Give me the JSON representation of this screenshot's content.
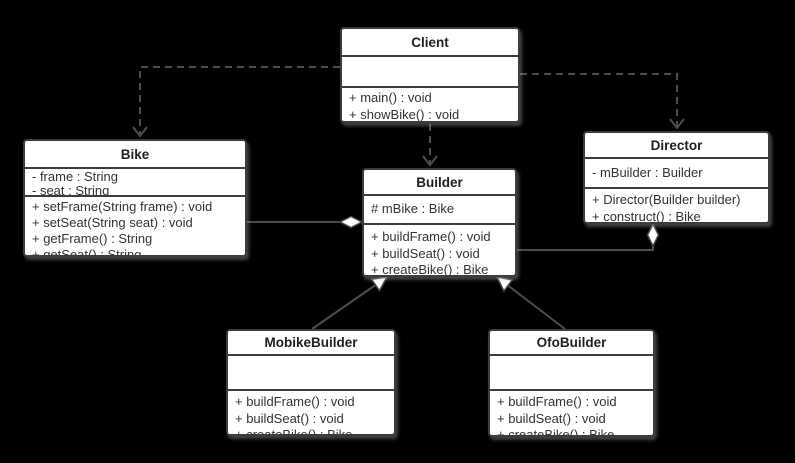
{
  "diagram": {
    "kind": "uml-class-diagram",
    "pattern": "Builder",
    "colors": {
      "background": "#000000",
      "box_fill": "#ffffff",
      "box_border": "#3c3c3c",
      "text": "#333333",
      "connector": "#4d4d4d"
    },
    "classes": {
      "client": {
        "name": "Client",
        "attributes": [],
        "methods": [
          "+ main() : void",
          "+ showBike() : void"
        ]
      },
      "bike": {
        "name": "Bike",
        "attributes": [
          "- frame : String",
          "- seat : String"
        ],
        "methods": [
          "+ setFrame(String frame) : void",
          "+ setSeat(String seat) : void",
          "+ getFrame() : String",
          "+ getSeat() : String"
        ]
      },
      "builder": {
        "name": "Builder",
        "attributes": [
          "# mBike : Bike"
        ],
        "methods": [
          "+ buildFrame() : void",
          "+ buildSeat() : void",
          "+ createBike() : Bike"
        ]
      },
      "director": {
        "name": "Director",
        "attributes": [
          "- mBuilder : Builder"
        ],
        "methods": [
          "+ Director(Builder builder)",
          "+ construct() : Bike"
        ]
      },
      "mobike_builder": {
        "name": "MobikeBuilder",
        "attributes": [],
        "methods": [
          "+ buildFrame() : void",
          "+ buildSeat() : void",
          "+ createBike() : Bike"
        ]
      },
      "ofo_builder": {
        "name": "OfoBuilder",
        "attributes": [],
        "methods": [
          "+ buildFrame() : void",
          "+ buildSeat() : void",
          "+ createBike() : Bike"
        ]
      }
    },
    "relationships": [
      {
        "from": "Client",
        "to": "Bike",
        "type": "dependency"
      },
      {
        "from": "Client",
        "to": "Builder",
        "type": "dependency"
      },
      {
        "from": "Client",
        "to": "Director",
        "type": "dependency"
      },
      {
        "from": "Builder",
        "to": "Bike",
        "type": "aggregation"
      },
      {
        "from": "Director",
        "to": "Builder",
        "type": "aggregation"
      },
      {
        "from": "MobikeBuilder",
        "to": "Builder",
        "type": "generalization"
      },
      {
        "from": "OfoBuilder",
        "to": "Builder",
        "type": "generalization"
      }
    ]
  }
}
